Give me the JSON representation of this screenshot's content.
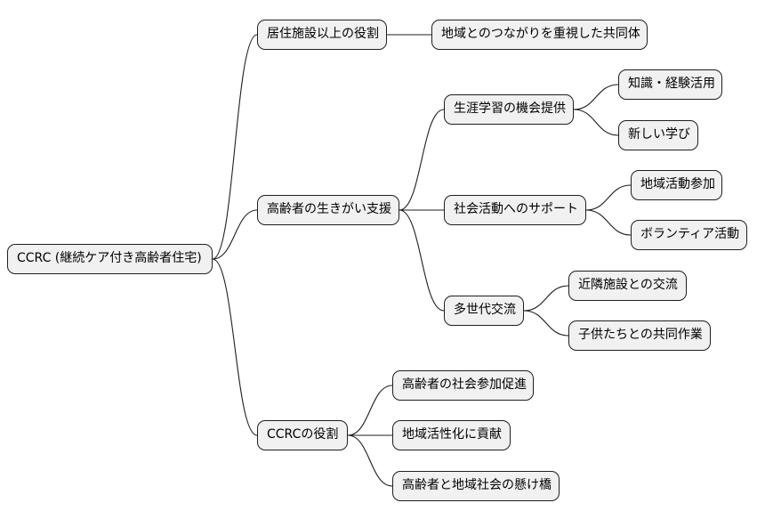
{
  "mindmap": {
    "root": {
      "label": "CCRC (継続ケア付き高齢者住宅)"
    },
    "branches": [
      {
        "label": "居住施設以上の役割",
        "children": [
          {
            "label": "地域とのつながりを重視した共同体"
          }
        ]
      },
      {
        "label": "高齢者の生きがい支援",
        "children": [
          {
            "label": "生涯学習の機会提供",
            "children": [
              {
                "label": "知識・経験活用"
              },
              {
                "label": "新しい学び"
              }
            ]
          },
          {
            "label": "社会活動へのサポート",
            "children": [
              {
                "label": "地域活動参加"
              },
              {
                "label": "ボランティア活動"
              }
            ]
          },
          {
            "label": "多世代交流",
            "children": [
              {
                "label": "近隣施設との交流"
              },
              {
                "label": "子供たちとの共同作業"
              }
            ]
          }
        ]
      },
      {
        "label": "CCRCの役割",
        "children": [
          {
            "label": "高齢者の社会参加促進"
          },
          {
            "label": "地域活性化に貢献"
          },
          {
            "label": "高齢者と地域社会の懸け橋"
          }
        ]
      }
    ]
  },
  "colors": {
    "node_fill": "#f1f1f1",
    "node_border": "#1f1f1f",
    "edge": "#1f1f1f"
  }
}
